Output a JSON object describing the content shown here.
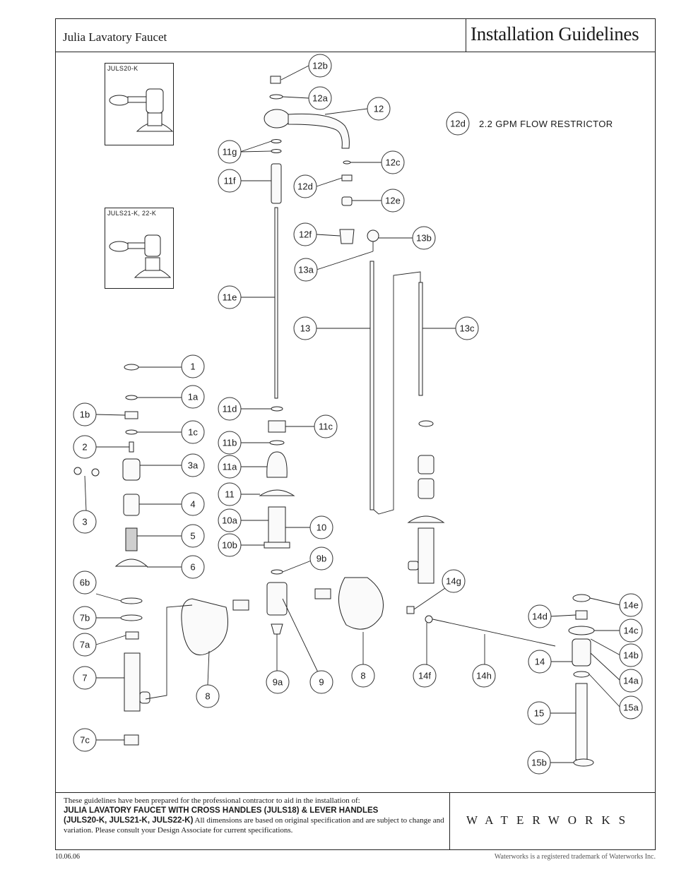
{
  "header": {
    "product_name": "Julia Lavatory Faucet",
    "doc_title": "Installation Guidelines"
  },
  "insets": [
    {
      "label": "JULS20-K"
    },
    {
      "label": "JULS21-K, 22-K"
    }
  ],
  "legend": {
    "code": "12d",
    "text": "2.2 GPM FLOW RESTRICTOR"
  },
  "callouts": {
    "c12b": "12b",
    "c12a": "12a",
    "c12": "12",
    "c12d_legend": "12d",
    "c11g": "11g",
    "c12c": "12c",
    "c11f": "11f",
    "c12d": "12d",
    "c12e": "12e",
    "c12f": "12f",
    "c13b": "13b",
    "c13a": "13a",
    "c11e": "11e",
    "c13": "13",
    "c13c": "13c",
    "c1": "1",
    "c1a": "1a",
    "c1b": "1b",
    "c1c": "1c",
    "c2": "2",
    "c3a": "3a",
    "c3": "3",
    "c4": "4",
    "c5": "5",
    "c6": "6",
    "c6b": "6b",
    "c7b": "7b",
    "c7a": "7a",
    "c7": "7",
    "c7c": "7c",
    "c11d": "11d",
    "c11c": "11c",
    "c11b": "11b",
    "c11a": "11a",
    "c11": "11",
    "c10a": "10a",
    "c10": "10",
    "c10b": "10b",
    "c9b": "9b",
    "c9a": "9a",
    "c9": "9",
    "c8a": "8",
    "c8b": "8",
    "c14g": "14g",
    "c14f": "14f",
    "c14h": "14h",
    "c14d": "14d",
    "c14e": "14e",
    "c14c": "14c",
    "c14b": "14b",
    "c14": "14",
    "c14a": "14a",
    "c15a": "15a",
    "c15": "15",
    "c15b": "15b"
  },
  "footer": {
    "intro": "These guidelines have been prepared for the professional contractor to aid in the installation of:",
    "bold_line1": "JULIA LAVATORY FAUCET WITH CROSS HANDLES (JULS18) & LEVER HANDLES",
    "bold_line2": "(JULS20-K, JULS21-K, JULS22-K)",
    "rest": " All dimensions are based on original specification and are subject to change and variation.  Please consult your Design Associate for current specifications.",
    "brand": "WATERWORKS",
    "date": "10.06.06",
    "trademark": "Waterworks is a registered trademark of Waterworks Inc."
  }
}
